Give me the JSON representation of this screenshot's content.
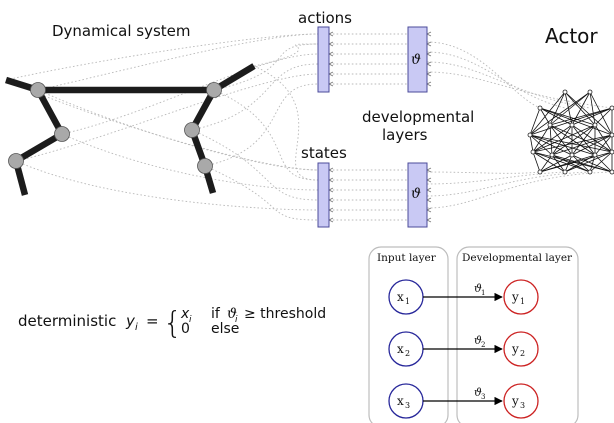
{
  "labels": {
    "dynamical_system": "Dynamical system",
    "actions": "actions",
    "states": "states",
    "developmental_line1": "developmental",
    "developmental_line2": "layers",
    "actor": "Actor",
    "theta_symbol": "ϑ"
  },
  "equation": {
    "prefix": "deterministic",
    "lhs_var": "y",
    "lhs_sub": "i",
    "equals": "=",
    "brace": "{",
    "case1_value_var": "x",
    "case1_value_sub": "i",
    "case1_condition_if": "if",
    "case1_condition_var": "ϑ",
    "case1_condition_sub": "i",
    "case1_condition_rest": "≥ threshold",
    "case2_value": "0",
    "case2_condition": "else"
  },
  "inset": {
    "input_layer_title": "Input layer",
    "developmental_layer_title": "Developmental layer",
    "input_var": "x",
    "output_var": "y",
    "weight_var": "ϑ",
    "rows": [
      {
        "index": "1"
      },
      {
        "index": "2"
      },
      {
        "index": "3"
      }
    ]
  },
  "colors": {
    "bar_fill": "#c9c9f4",
    "bar_stroke": "#4b4b9a",
    "input_circle": "#27279a",
    "output_circle": "#cc2222"
  }
}
